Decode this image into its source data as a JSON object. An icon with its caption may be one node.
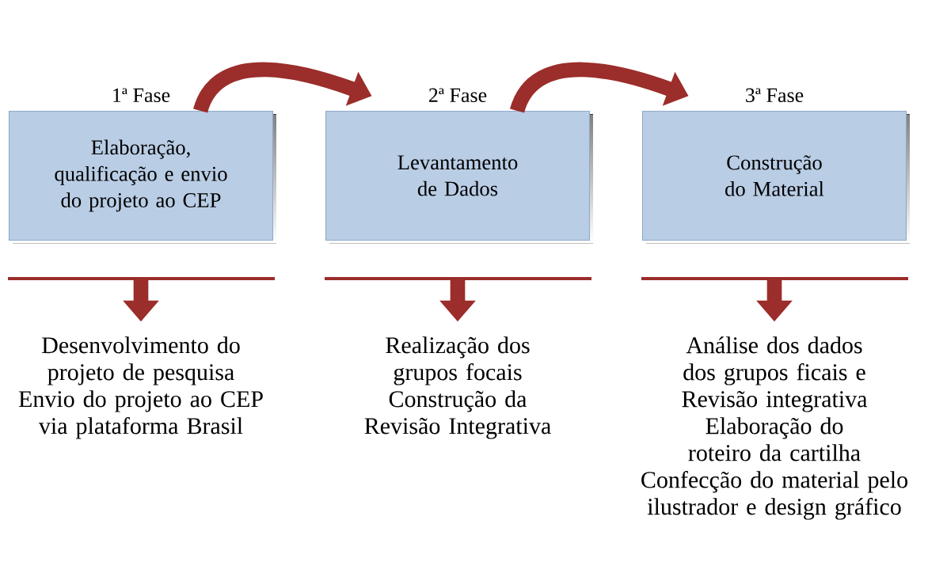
{
  "diagram": {
    "nodes": [
      {
        "text": [
          "1ª Fase",
          "Elaboração, qualificação e envio do projeto ao CEP"
        ]
      },
      {
        "text": [
          "2ª Fase",
          "Levantamento de Dados"
        ]
      },
      {
        "text": [
          "3ª Fase",
          "Construção do Material"
        ]
      },
      {
        "text": [
          "Desenvolvimento do projeto de pesquisa",
          "Envio do projeto ao CEP via plataforma Brasil"
        ]
      },
      {
        "text": [
          "Realização dos grupos focais",
          "Construção da Revisão Integrativa"
        ]
      },
      {
        "text": [
          "Análise dos dados dos grupos ficais e Revisão integrativa",
          "Elaboração do roteiro da cartilha",
          "Confecção do material pelo ilustrador e design gráfico"
        ]
      }
    ],
    "edges": [
      {
        "from": 0,
        "to": 1,
        "arrow": "to"
      },
      {
        "from": 1,
        "to": 2,
        "arrow": "to"
      },
      {
        "from": 0,
        "to": 3,
        "arrow": "to"
      },
      {
        "from": 1,
        "to": 4,
        "arrow": "to"
      },
      {
        "from": 2,
        "to": 5,
        "arrow": "to"
      }
    ]
  }
}
